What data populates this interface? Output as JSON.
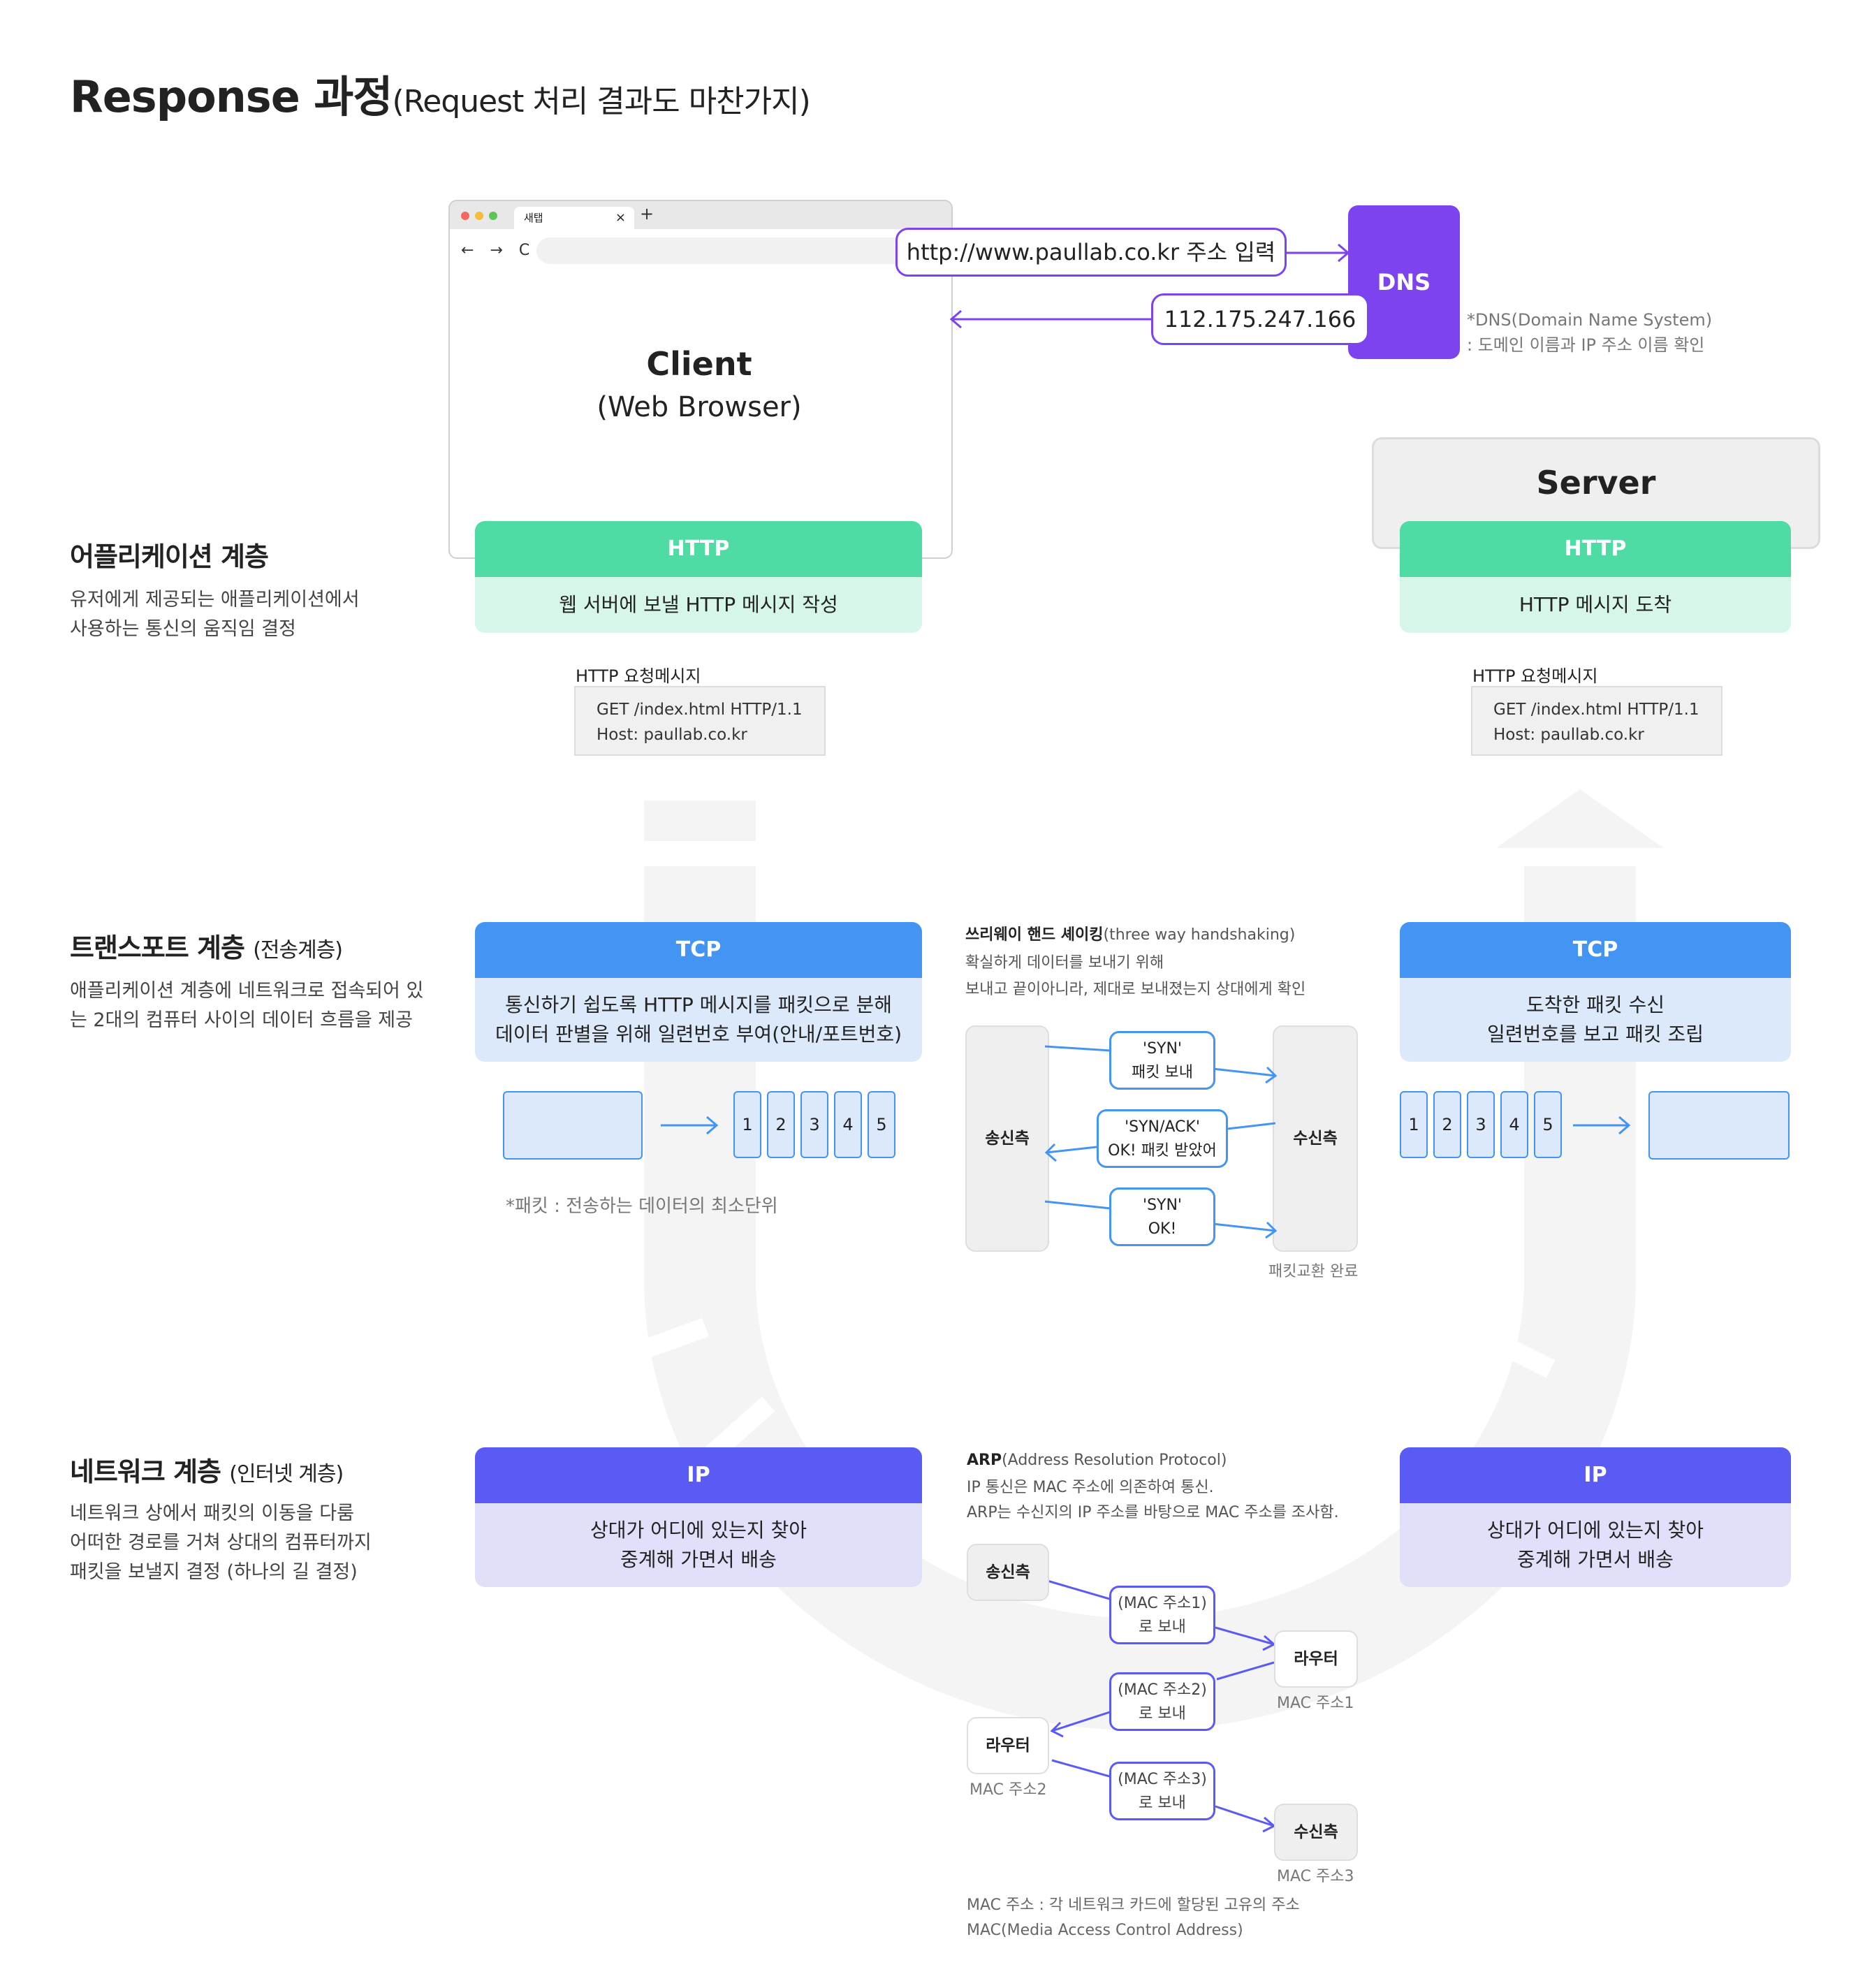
{
  "title": {
    "main": "Response 과정",
    "sub": "(Request 처리 결과도 마찬가지)"
  },
  "browser": {
    "tab_label": "새탭",
    "tab_close": "×",
    "new_tab": "+",
    "nav": "← → C"
  },
  "client": {
    "title": "Client",
    "subtitle": "(Web Browser)"
  },
  "dns": {
    "label": "DNS",
    "request": "http://www.paullab.co.kr 주소 입력",
    "response": "112.175.247.166",
    "note_line1": "*DNS(Domain Name System)",
    "note_line2": ": 도메인 이름과 IP 주소 이름 확인"
  },
  "server": {
    "title": "Server"
  },
  "layers": {
    "application": {
      "title": "어플리케이션 계층",
      "paren": "",
      "desc_line1": "유저에게 제공되는 애플리케이션에서",
      "desc_line2": "사용하는 통신의 움직임 결정"
    },
    "transport": {
      "title": "트랜스포트 계층",
      "paren": "(전송계층)",
      "desc_line1": "애플리케이션 계층에 네트워크로 접속되어 있",
      "desc_line2": "는 2대의 컴퓨터 사이의 데이터 흐름을 제공"
    },
    "network": {
      "title": "네트워크 계층",
      "paren": "(인터넷 계층)",
      "desc_line1": "네트워크 상에서 패킷의 이동을 다룸",
      "desc_line2": "어떠한 경로를 거쳐 상대의 컴퓨터까지",
      "desc_line3": "패킷을 보낼지 결정 (하나의 길 결정)"
    }
  },
  "client_http": {
    "head": "HTTP",
    "body": "웹 서버에 보낼 HTTP 메시지 작성"
  },
  "server_http": {
    "head": "HTTP",
    "body": "HTTP 메시지 도착"
  },
  "http_message": {
    "label": "HTTP 요청메시지",
    "line1": "GET /index.html HTTP/1.1",
    "line2": "Host: paullab.co.kr"
  },
  "client_tcp": {
    "head": "TCP",
    "body_line1": "통신하기 쉽도록 HTTP 메시지를 패킷으로 분해",
    "body_line2": "데이터 판별을 위해 일련번호 부여(안내/포트번호)"
  },
  "server_tcp": {
    "head": "TCP",
    "body_line1": "도착한 패킷 수신",
    "body_line2": "일련번호를 보고 패킷 조립"
  },
  "packets": [
    "1",
    "2",
    "3",
    "4",
    "5"
  ],
  "packet_note": "*패킷 : 전송하는 데이터의 최소단위",
  "handshake": {
    "title_bold": "쓰리웨이 핸드 셰이킹",
    "title_rest": "(three way handshaking)",
    "desc_line1": "확실하게 데이터를 보내기 위해",
    "desc_line2": "보내고 끝이아니라, 제대로 보내졌는지 상대에게 확인",
    "sender": "송신측",
    "receiver": "수신측",
    "step1_line1": "'SYN'",
    "step1_line2": "패킷 보내",
    "step2_line1": "'SYN/ACK'",
    "step2_line2": "OK! 패킷 받았어",
    "step3_line1": "'SYN'",
    "step3_line2": "OK!",
    "done": "패킷교환 완료"
  },
  "client_ip": {
    "head": "IP",
    "body_line1": "상대가 어디에 있는지 찾아",
    "body_line2": "중계해 가면서 배송"
  },
  "server_ip": {
    "head": "IP",
    "body_line1": "상대가 어디에 있는지 찾아",
    "body_line2": "중계해 가면서 배송"
  },
  "arp": {
    "title_bold": "ARP",
    "title_rest": "(Address Resolution Protocol)",
    "desc_line1": "IP 통신은 MAC 주소에 의존하여 통신.",
    "desc_line2": "ARP는 수신지의 IP 주소를 바탕으로 MAC 주소를 조사함.",
    "sender": "송신측",
    "router1": "라우터",
    "router2": "라우터",
    "receiver": "수신측",
    "mac1": "MAC 주소1",
    "mac2": "MAC 주소2",
    "mac3": "MAC 주소3",
    "hop1_line1": "(MAC 주소1)",
    "hop1_line2": "로 보내",
    "hop2_line1": "(MAC 주소2)",
    "hop2_line2": "로 보내",
    "hop3_line1": "(MAC 주소3)",
    "hop3_line2": "로 보내",
    "foot_line1": "MAC 주소 : 각 네트워크 카드에 할당된 고유의 주소",
    "foot_line2": "MAC(Media Access Control Address)"
  },
  "colors": {
    "purple": "#7c43ee",
    "green": "#4fdca4",
    "blue": "#4495f3",
    "violet": "#5a5af5"
  }
}
